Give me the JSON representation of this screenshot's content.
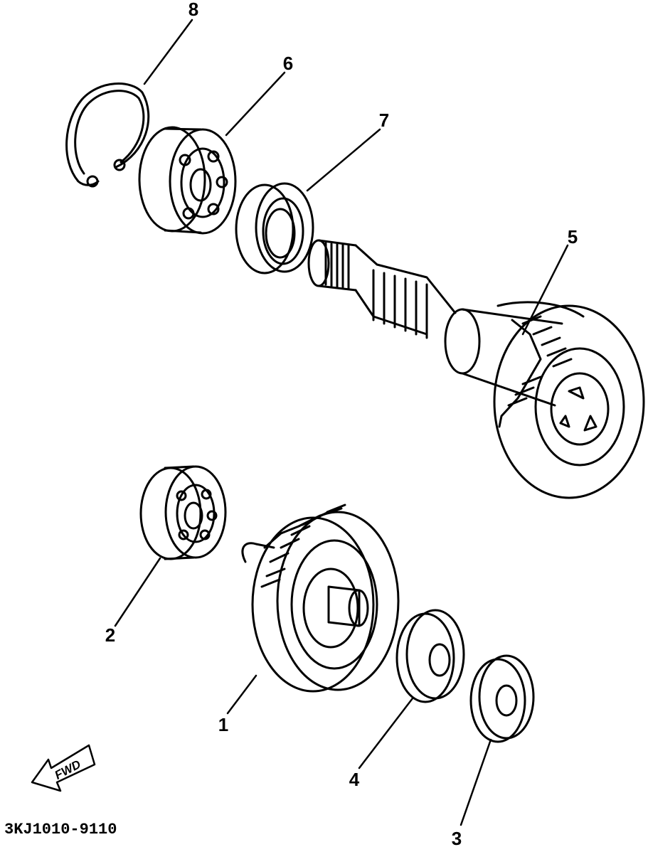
{
  "callouts": {
    "n1": "1",
    "n2": "2",
    "n3": "3",
    "n4": "4",
    "n5": "5",
    "n6": "6",
    "n7": "7",
    "n8": "8"
  },
  "fwd_label": "FWD",
  "diagram_code": "3KJ1010-9110",
  "line_color": "#000000",
  "background": "#ffffff"
}
